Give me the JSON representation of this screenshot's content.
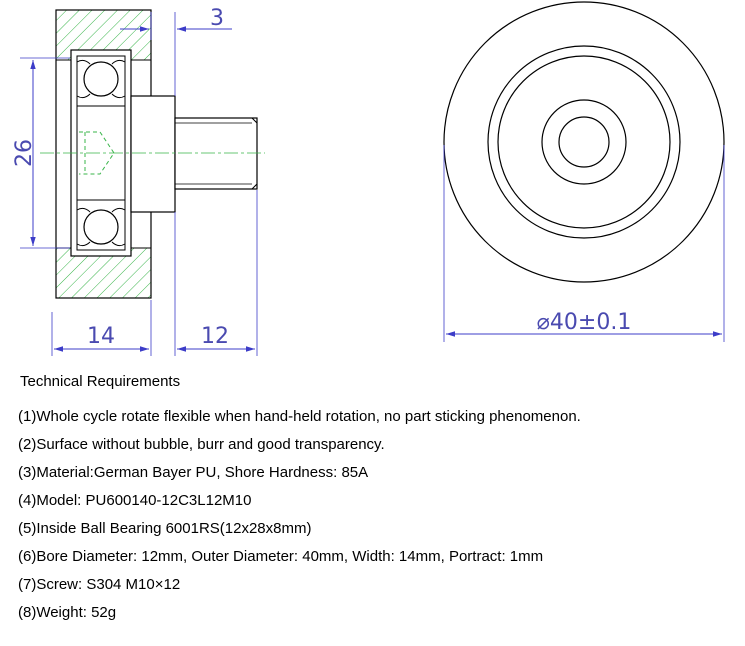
{
  "drawing": {
    "dim_width_top": "3",
    "dim_height": "26",
    "dim_width_tyre": "14",
    "dim_screw_length": "12",
    "dim_diameter": "⌀40±0.1"
  },
  "requirements": {
    "title": "Technical Requirements",
    "items": [
      "(1)Whole cycle rotate flexible when hand-held rotation, no part sticking phenomenon.",
      "(2)Surface without bubble, burr and good transparency.",
      "(3)Material:German Bayer PU, Shore Hardness: 85A",
      "(4)Model: PU600140-12C3L12M10",
      "(5)Inside Ball Bearing 6001RS(12x28x8mm)",
      "(6)Bore Diameter: 12mm, Outer Diameter: 40mm, Width: 14mm, Portract: 1mm",
      "(7)Screw: S304 M10×12",
      "(8)Weight: 52g"
    ]
  },
  "colors": {
    "outline": "#000000",
    "dimension": "#3c3cc8",
    "hatch": "#39b54a",
    "centerline": "#39b54a"
  }
}
